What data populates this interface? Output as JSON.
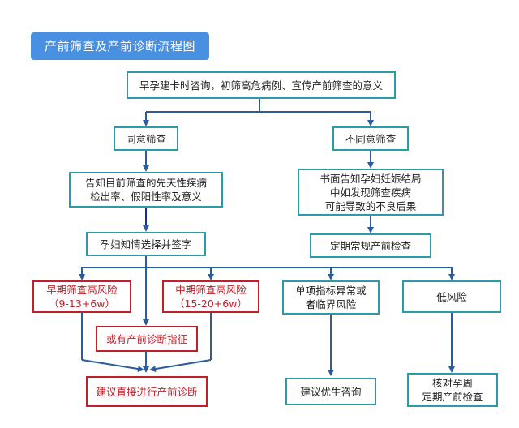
{
  "title": "产前筛查及产前诊断流程图",
  "nodes": {
    "start": "早孕建卡时咨询，初筛高危病例、宣传产前筛查的意义",
    "agree": "同意筛查",
    "disagree": "不同意筛查",
    "inform": "告知目前筛查的先天性疾病\n检出率、假阳性率及意义",
    "written_notice": "书面告知孕妇妊娠结局\n中如发现筛查疾病\n可能导致的不良后果",
    "consent": "孕妇知情选择并签字",
    "routine_check": "定期常规产前检查",
    "early_high_risk": "早期筛查高风险\n（9-13+6w）",
    "mid_high_risk": "中期筛查高风险\n（15-20+6w）",
    "single_abnormal": "单项指标异常或\n者临界风险",
    "low_risk": "低风险",
    "prenatal_indication": "或有产前诊断指征",
    "direct_diagnosis": "建议直接进行产前诊断",
    "eugenic_consult": "建议优生咨询",
    "verify_week": "核对孕周\n定期产前检查"
  },
  "colors": {
    "normal_border": "#2e9aa6",
    "risk_border": "#c0202a",
    "arrow": "#2b5d9c",
    "title_bg": "#4a90e2"
  }
}
